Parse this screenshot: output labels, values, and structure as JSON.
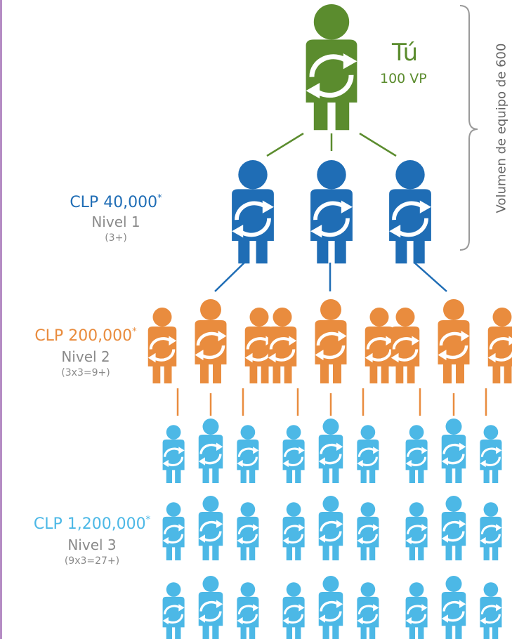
{
  "colors": {
    "frame": "#b58cc4",
    "you": "#5b8c2e",
    "level1": "#1f6db5",
    "level2": "#e98c3e",
    "level3": "#4cb8e6",
    "bracket": "#9a9a9a",
    "arrow": "#ffffff"
  },
  "icons": {
    "person": "person-with-cycle-arrows-icon",
    "group": "group-of-three-people-icon"
  },
  "you": {
    "title": "Tú",
    "points": "100 VP"
  },
  "team_volume": {
    "label": "Volumen de equipo de 600"
  },
  "levels": [
    {
      "amount": "CLP 40,000",
      "asterisk": "*",
      "name": "Nivel 1",
      "count": "(3+)"
    },
    {
      "amount": "CLP 200,000",
      "asterisk": "*",
      "name": "Nivel 2",
      "count": "(3x3=9+)"
    },
    {
      "amount": "CLP 1,200,000",
      "asterisk": "*",
      "name": "Nivel 3",
      "count": "(9x3=27+)"
    }
  ]
}
